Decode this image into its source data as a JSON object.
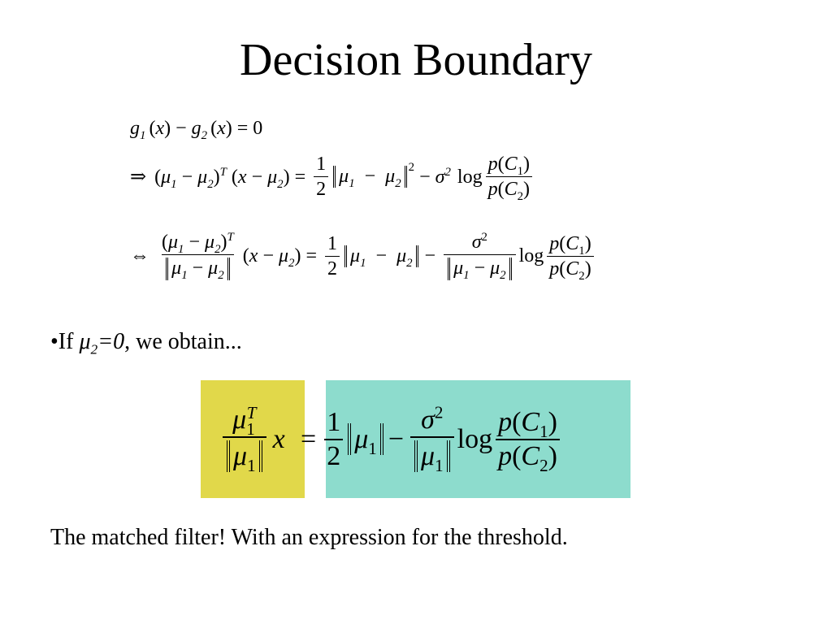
{
  "slide": {
    "title": "Decision Boundary",
    "bullet": {
      "prefix": "•If ",
      "mu": "μ",
      "sub": "2",
      "eq": "=0",
      "rest": ", we obtain..."
    },
    "footer": "The matched filter! With an expression for the threshold.",
    "colors": {
      "yellow_box": "#e1d84a",
      "teal_box": "#8ddccd"
    }
  },
  "math": {
    "g": "g",
    "x": "x",
    "mu": "μ",
    "sigma": "σ",
    "p": "p",
    "C": "C",
    "log": "log",
    "minus": "−",
    "equals": "=",
    "zero": "0",
    "one": "1",
    "two": "2",
    "T": "T",
    "implies": "⇒",
    "iff": "⇔",
    "lparen": "(",
    "rparen": ")"
  }
}
